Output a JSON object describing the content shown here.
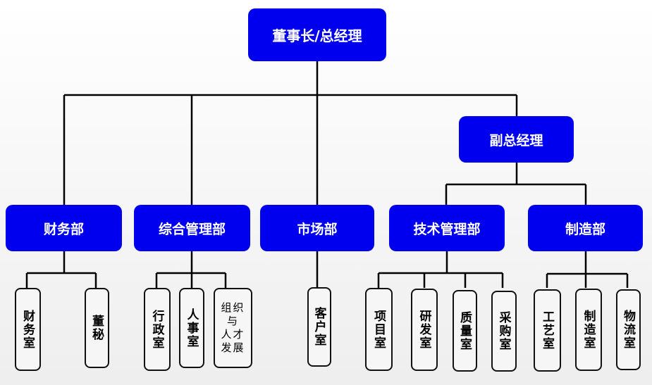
{
  "colors": {
    "box_fill": "#0000ee",
    "box_text": "#ffffff",
    "line": "#000000"
  },
  "top": {
    "label": "董事长/总经理"
  },
  "vice": {
    "label": "副总经理"
  },
  "departments": [
    {
      "label": "财务部",
      "children": [
        "财务室",
        "董秘"
      ]
    },
    {
      "label": "综合管理部",
      "children": [
        "行政室",
        "人事室",
        "组织\n与\n人才\n发展"
      ]
    },
    {
      "label": "市场部",
      "children": [
        "客户室"
      ]
    },
    {
      "label": "技术管理部",
      "children": [
        "项目室",
        "研发室",
        "质量室",
        "采购室"
      ]
    },
    {
      "label": "制造部",
      "children": [
        "工艺室",
        "制造室",
        "物流室"
      ]
    }
  ]
}
